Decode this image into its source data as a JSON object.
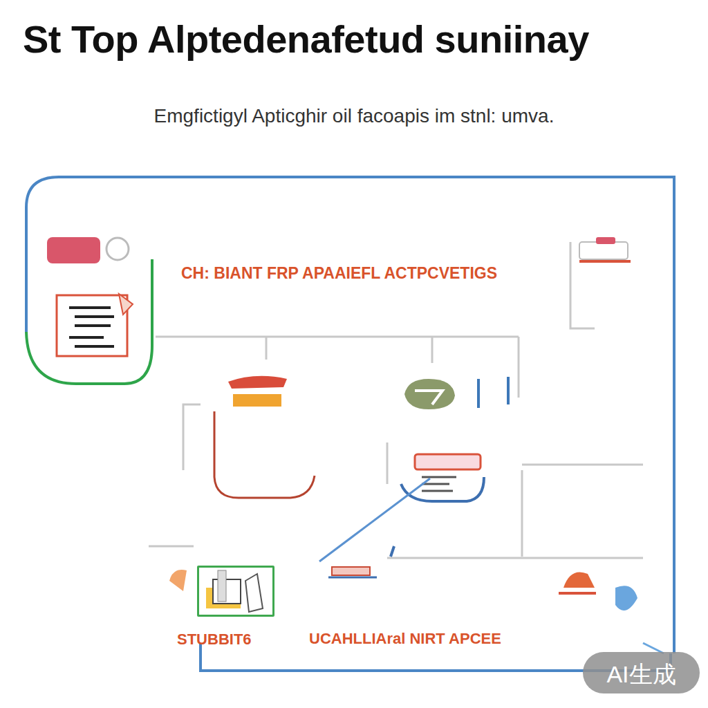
{
  "diagram": {
    "title": "St Top Alptedenafetud suniinay",
    "nodes": [
      {
        "text": [
          "STUBBIT6"
        ]
      }
    ],
    "labels": [
      "Emgfictigyl Apticghir oil facoapis im stnl: umva.",
      "CH: BIANT FRP APAAIEFL ACTPCVETIGS",
      "UCAHLLIAral NIRT APCEE",
      "AI生成"
    ]
  }
}
